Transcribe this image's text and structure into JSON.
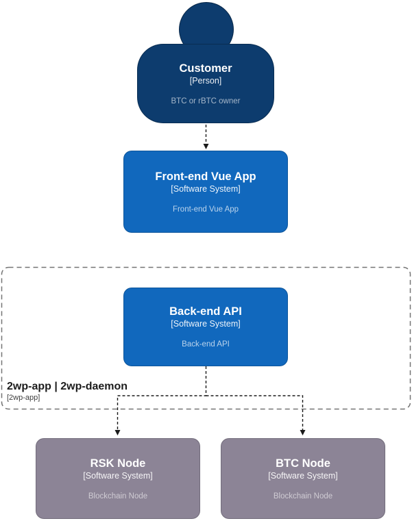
{
  "nodes": {
    "customer": {
      "name": "Customer",
      "type": "[Person]",
      "description": "BTC or rBTC owner",
      "fill": "#0d3c6e",
      "shape": "person"
    },
    "frontend": {
      "name": "Front-end Vue App",
      "type": "[Software System]",
      "description": "Front-end Vue App",
      "fill": "#1168bd",
      "shape": "rounded-box"
    },
    "backend": {
      "name": "Back-end API",
      "type": "[Software System]",
      "description": "Back-end API",
      "fill": "#1168bd",
      "shape": "rounded-box"
    },
    "rsk": {
      "name": "RSK Node",
      "type": "[Software System]",
      "description": "Blockchain Node",
      "fill": "#8c8496",
      "shape": "rounded-box"
    },
    "btc": {
      "name": "BTC Node",
      "type": "[Software System]",
      "description": "Blockchain Node",
      "fill": "#8c8496",
      "shape": "rounded-box"
    }
  },
  "boundary": {
    "title": "2wp-app | 2wp-daemon",
    "subtitle": "[2wp-app]"
  },
  "connectors": [
    {
      "from": "customer",
      "to": "frontend",
      "style": "dashed-arrow"
    },
    {
      "from": "backend",
      "to": "rsk",
      "style": "dashed-arrow"
    },
    {
      "from": "backend",
      "to": "btc",
      "style": "dashed-arrow"
    }
  ],
  "colors": {
    "background": "#ffffff",
    "person_fill": "#0d3c6e",
    "system_fill": "#1168bd",
    "node_fill_gray": "#8c8496",
    "connector_stroke": "#1a1a1a",
    "boundary_stroke": "#737373"
  }
}
